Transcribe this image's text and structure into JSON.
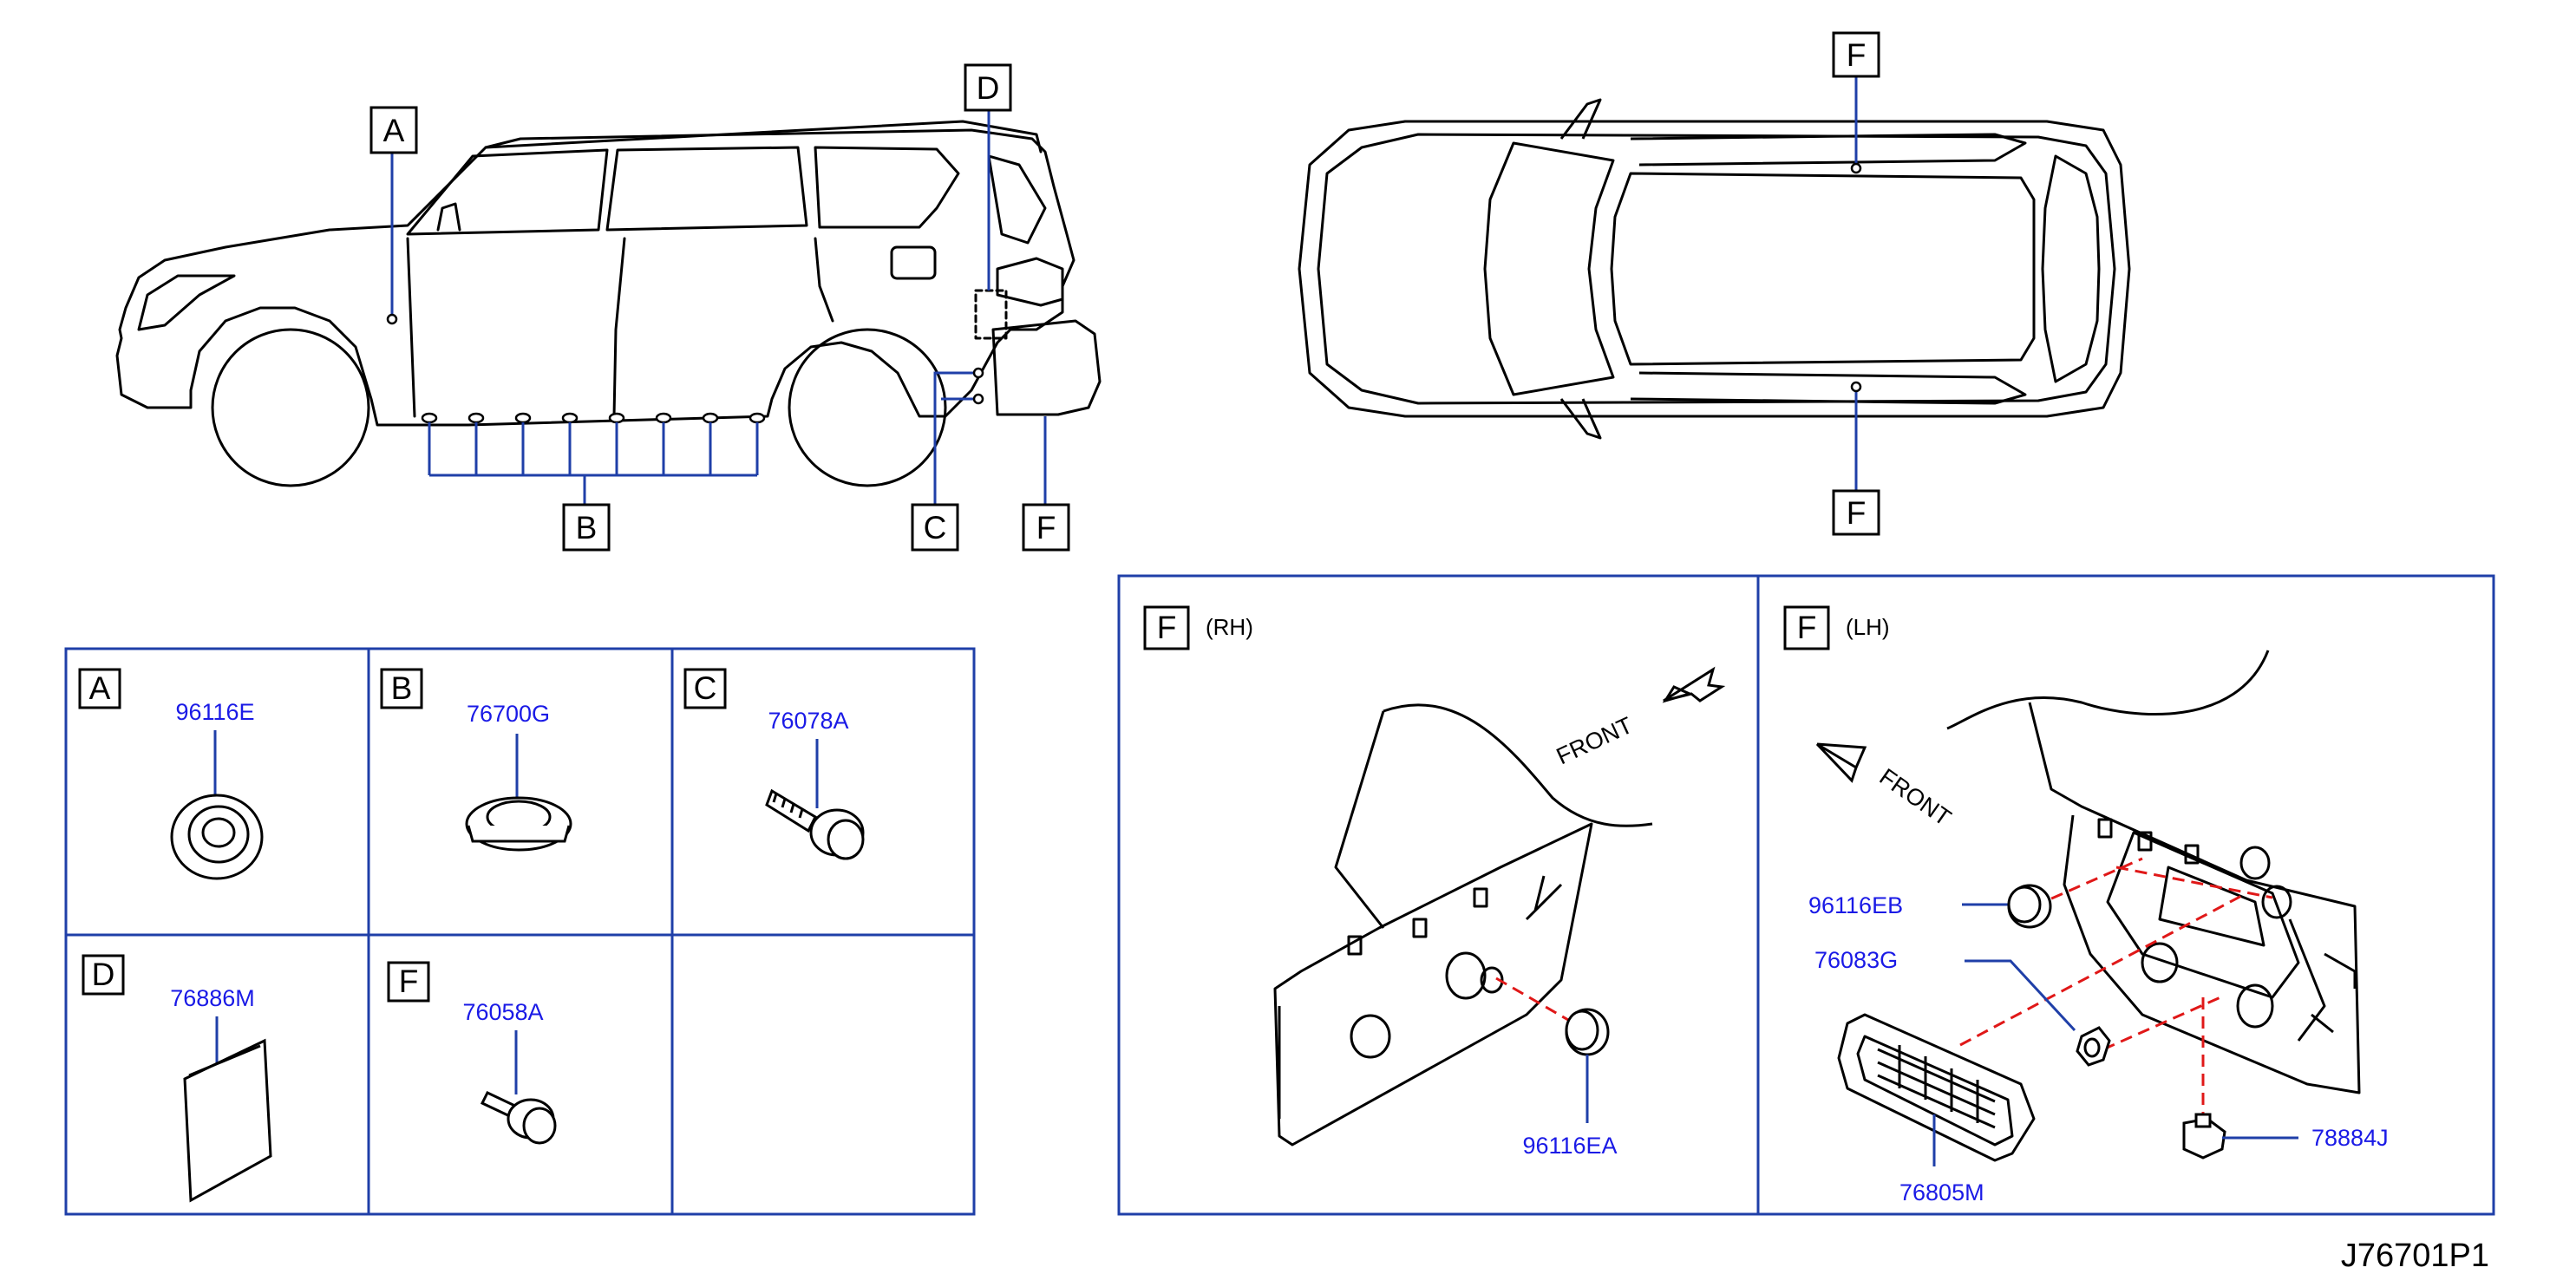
{
  "diagram_code": "J76701P1",
  "overview": {
    "side_view_callouts": [
      "A",
      "B",
      "C",
      "D",
      "F"
    ],
    "top_view_callouts": [
      "F",
      "F"
    ]
  },
  "parts_grid": {
    "cells": [
      {
        "letter": "A",
        "part": "96116E"
      },
      {
        "letter": "B",
        "part": "76700G"
      },
      {
        "letter": "C",
        "part": "76078A"
      },
      {
        "letter": "D",
        "part": "76886M"
      },
      {
        "letter": "F",
        "part": "76058A"
      }
    ]
  },
  "detail_rh": {
    "letter": "F",
    "side": "(RH)",
    "front": "FRONT",
    "parts": [
      "96116EA"
    ]
  },
  "detail_lh": {
    "letter": "F",
    "side": "(LH)",
    "front": "FRONT",
    "parts": [
      "96116EB",
      "76083G",
      "78884J",
      "76805M"
    ]
  },
  "colors": {
    "line": "#000000",
    "leader": "#1f3fa8",
    "label": "#1a1ae6",
    "dash": "#e01818",
    "frame": "#1f3fa8"
  }
}
